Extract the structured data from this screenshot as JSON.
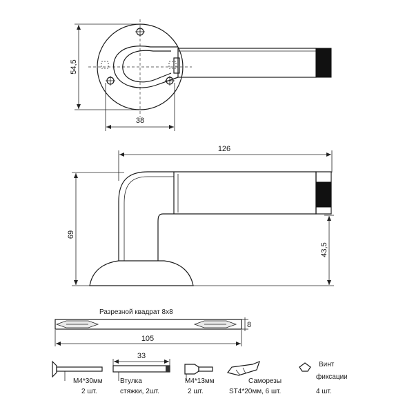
{
  "top_view": {
    "dim_height": "54,5",
    "dim_width": "38"
  },
  "side_view": {
    "dim_length": "126",
    "dim_height": "69",
    "dim_axis_height": "43,5"
  },
  "spindle": {
    "title": "Разрезной квадрат 8х8",
    "dim_side": "8",
    "dim_length": "105"
  },
  "parts": {
    "screw_m4x30": {
      "name": "М4*30мм",
      "qty": "2 шт."
    },
    "sleeve": {
      "dim_length": "33",
      "name": "Втулка",
      "name2": "стяжки, 2шт."
    },
    "screw_m4x13": {
      "name": "М4*13мм",
      "qty": "2 шт."
    },
    "self_tapping": {
      "name": "Саморезы",
      "name2": "ST4*20мм, 6 шт."
    },
    "fix_screw": {
      "name": "Винт",
      "name2": "фиксации",
      "qty": "4 шт."
    }
  }
}
